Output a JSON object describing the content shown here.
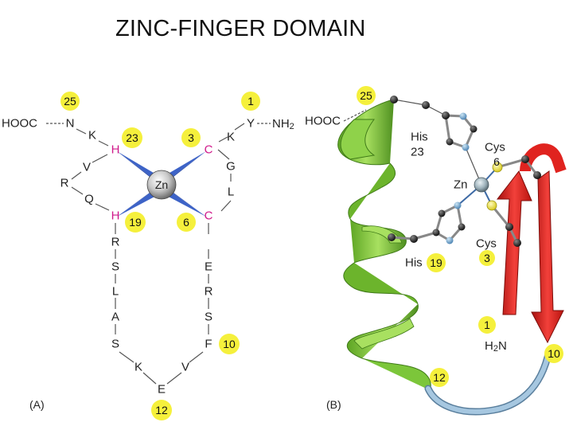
{
  "title": "ZINC-FINGER DOMAIN",
  "panel_a": {
    "label": "(A)",
    "hooc": "HOOC",
    "nh2": "NH",
    "nh2_sub": "2",
    "zn": "Zn",
    "residues": {
      "n_top": "N",
      "k_left": "K",
      "h23": "H",
      "v_left": "V",
      "r_left": "R",
      "q_left": "Q",
      "h19": "H",
      "r2": "R",
      "s1": "S",
      "l1": "L",
      "a1": "A",
      "s2": "S",
      "k2": "K",
      "e_bottom": "E",
      "v2": "V",
      "f10": "F",
      "s3": "S",
      "r3": "R",
      "e2": "E",
      "c6": "C",
      "l2": "L",
      "g1": "G",
      "c3": "C",
      "k3": "K",
      "y1": "Y"
    },
    "badges": {
      "b25": "25",
      "b1": "1",
      "b23": "23",
      "b3": "3",
      "b19": "19",
      "b6": "6",
      "b10": "10",
      "b12": "12"
    },
    "colors": {
      "histidine": "#d0188a",
      "cysteine": "#d0188a",
      "badge": "#f5f03c",
      "tetrahedron": "#1e3f9e"
    }
  },
  "panel_b": {
    "label": "(B)",
    "hooc": "HOOC",
    "his23": "His",
    "his23_num": "23",
    "cys6": "Cys",
    "cys6_num": "6",
    "zn": "Zn",
    "his19": "His",
    "his19_num": "19",
    "cys3": "Cys",
    "cys3_num": "3",
    "h2n": "H",
    "h2n_sub": "2",
    "h2n_end": "N",
    "badges": {
      "b25": "25",
      "b1": "1",
      "b10": "10",
      "b12": "12"
    },
    "colors": {
      "helix": "#7cc63a",
      "sheet": "#e0231f",
      "loop": "#8ab2d4",
      "sulfur": "#f2ea3c"
    }
  }
}
